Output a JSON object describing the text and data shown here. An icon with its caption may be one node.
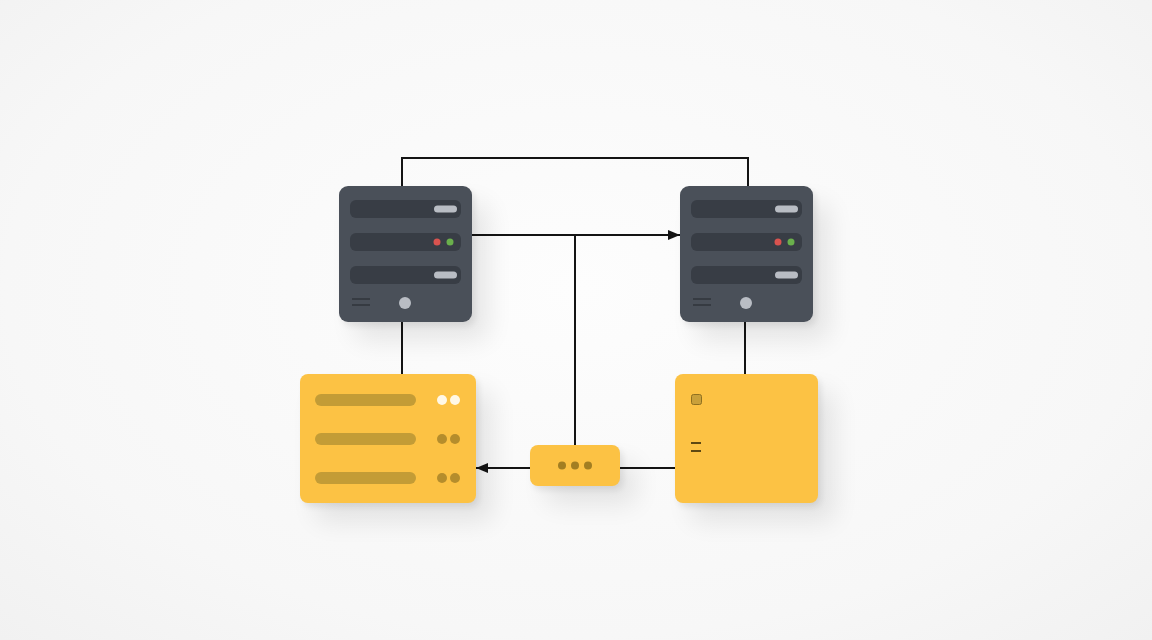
{
  "diagram": {
    "nodes": [
      {
        "text": [],
        "shape": "server"
      },
      {
        "text": [],
        "shape": "server"
      },
      {
        "text": [],
        "shape": "box"
      },
      {
        "text": [],
        "shape": "box"
      },
      {
        "text": [],
        "shape": "box"
      }
    ],
    "edges": [
      {
        "from": 0,
        "to": 1,
        "arrow": "none"
      },
      {
        "from": 0,
        "to": 1,
        "arrow": "to"
      },
      {
        "from": 0,
        "to": 3,
        "arrow": "none"
      },
      {
        "from": 0,
        "to": 2,
        "arrow": "none"
      },
      {
        "from": 1,
        "to": 4,
        "arrow": "none"
      },
      {
        "from": 4,
        "to": 3,
        "arrow": "none"
      },
      {
        "from": 3,
        "to": 2,
        "arrow": "to"
      }
    ]
  }
}
